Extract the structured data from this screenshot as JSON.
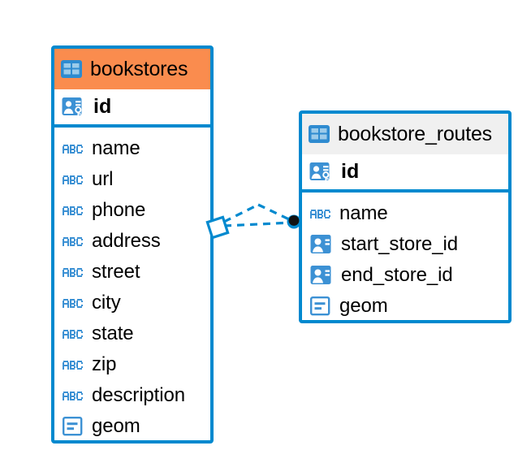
{
  "diagram": {
    "type": "entity-relationship-diagram",
    "colors": {
      "border": "#0089CF",
      "header_highlight": "#FA8C4E",
      "header_default": "#F0F0F0",
      "icon_blue": "#3C91D4",
      "connector": "#0089CF",
      "endpoint_fill": "#121212"
    }
  },
  "entities": [
    {
      "name": "bookstores",
      "header_style": "orange",
      "primary_key": {
        "label": "id",
        "icon": "primary-key-icon"
      },
      "fields": [
        {
          "label": "name",
          "icon": "text-type-icon"
        },
        {
          "label": "url",
          "icon": "text-type-icon"
        },
        {
          "label": "phone",
          "icon": "text-type-icon"
        },
        {
          "label": "address",
          "icon": "text-type-icon"
        },
        {
          "label": "street",
          "icon": "text-type-icon"
        },
        {
          "label": "city",
          "icon": "text-type-icon"
        },
        {
          "label": "state",
          "icon": "text-type-icon"
        },
        {
          "label": "zip",
          "icon": "text-type-icon"
        },
        {
          "label": "description",
          "icon": "text-type-icon"
        },
        {
          "label": "geom",
          "icon": "geometry-type-icon"
        }
      ]
    },
    {
      "name": "bookstore_routes",
      "header_style": "gray",
      "primary_key": {
        "label": "id",
        "icon": "primary-key-icon"
      },
      "fields": [
        {
          "label": "name",
          "icon": "text-type-icon"
        },
        {
          "label": "start_store_id",
          "icon": "foreign-key-icon"
        },
        {
          "label": "end_store_id",
          "icon": "foreign-key-icon"
        },
        {
          "label": "geom",
          "icon": "geometry-type-icon"
        }
      ]
    }
  ],
  "relationship": {
    "source_entity": "bookstores",
    "target_entity": "bookstore_routes",
    "source_endpoint": "diamond-open-icon",
    "target_endpoint": "filled-circle-icon",
    "line_style": "dashed",
    "notation": "crows-foot"
  }
}
